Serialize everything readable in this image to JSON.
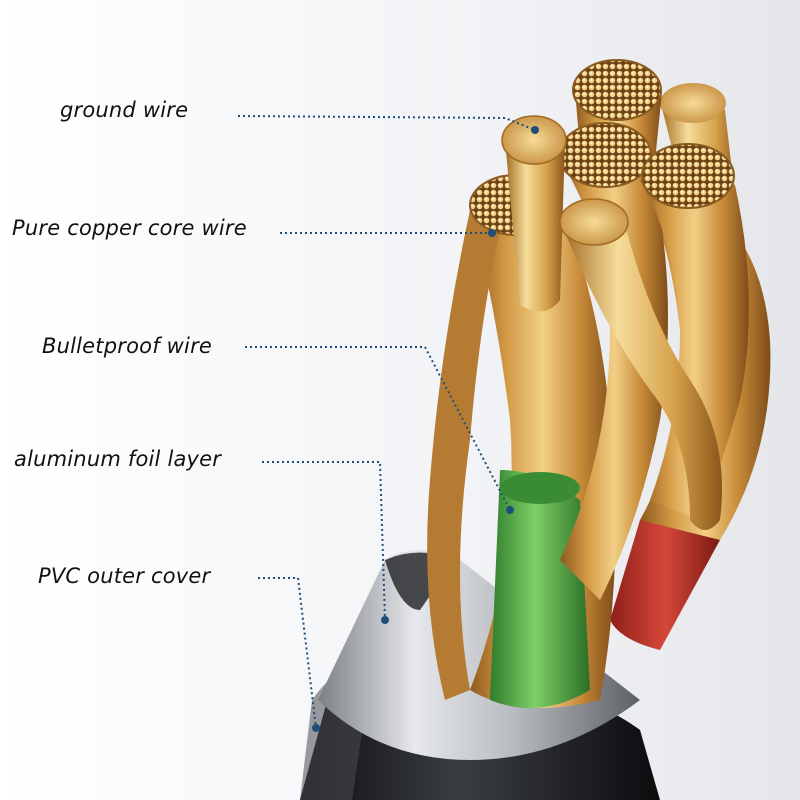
{
  "callouts": {
    "ground_wire": "ground wire",
    "pure_copper_core_wire": "Pure copper core wire",
    "bulletproof_wire": "Bulletproof wire",
    "aluminum_foil_layer": "aluminum foil layer",
    "pvc_outer_cover": "PVC outer cover"
  },
  "colors": {
    "background": "#f4f5f7",
    "copper": "#d7a04a",
    "copper_dark": "#9a6322",
    "copper_light": "#f3d08a",
    "insulation_green": "#5dbb4a",
    "insulation_red": "#c8352b",
    "foil_silver": "#c9cbcf",
    "pvc_black": "#1d1f22",
    "leader_line": "#1f4e7a"
  }
}
